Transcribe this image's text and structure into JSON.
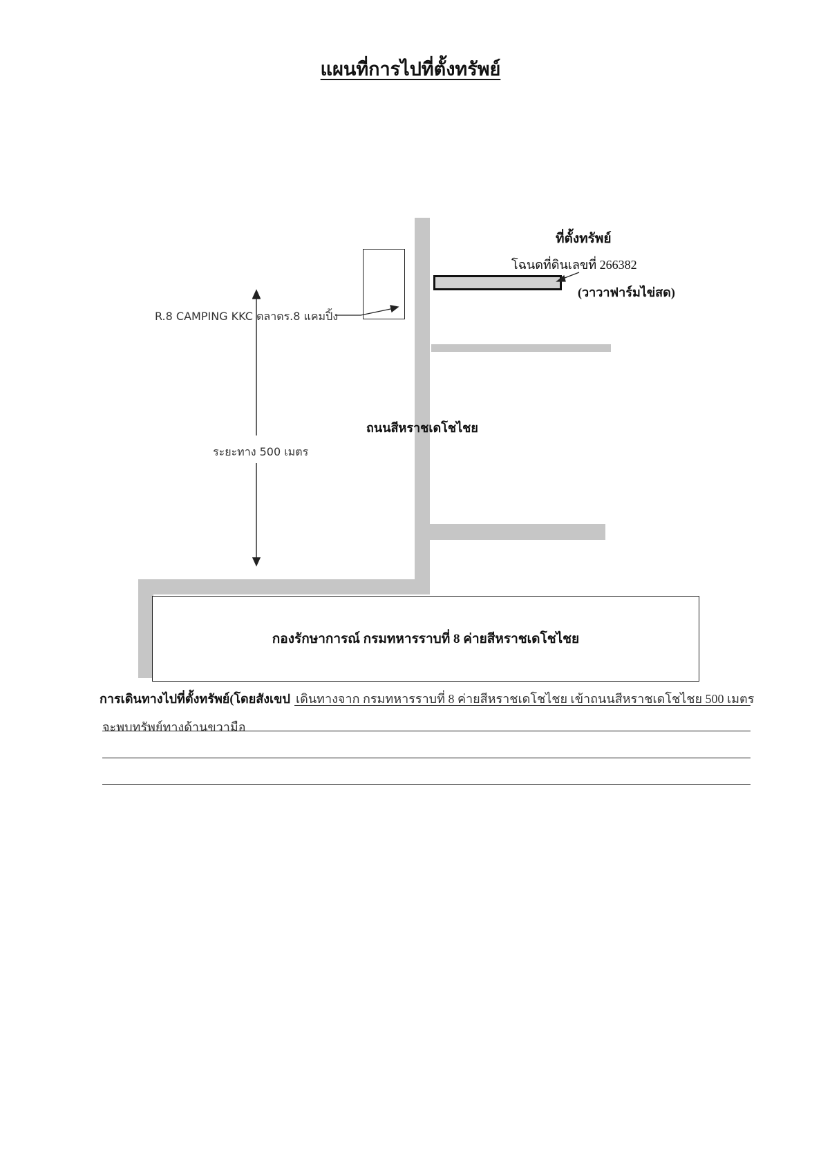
{
  "title": "แผนที่การไปที่ตั้งทรัพย์",
  "map": {
    "property_heading": "ที่ตั้งทรัพย์",
    "deed_label": "โฉนดที่ดินเลขที่ 266382",
    "property_name": "(วาวาฟาร์มไข่สด)",
    "landmark_label": "R.8 CAMPING KKC ตลาดร.8 แคมปิ้ง",
    "road_name": "ถนนสีหราชเดโชไชย",
    "distance_label": "ระยะทาง 500 เมตร",
    "base_name": "กองรักษาการณ์ กรมทหารราบที่ 8 ค่ายสีหราชเดโชไชย"
  },
  "directions": {
    "label": "การเดินทางไปที่ตั้งทรัพย์(โดยสังเขป",
    "line1": "เดินทางจาก กรมทหารราบที่ 8 ค่ายสีหราชเดโชไชย เข้าถนนสีหราชเดโชไชย 500 เมตร",
    "line2": "จะพบทรัพย์ทางด้านขวามือ"
  },
  "colors": {
    "road": "#c6c6c6",
    "ink": "#111111"
  }
}
